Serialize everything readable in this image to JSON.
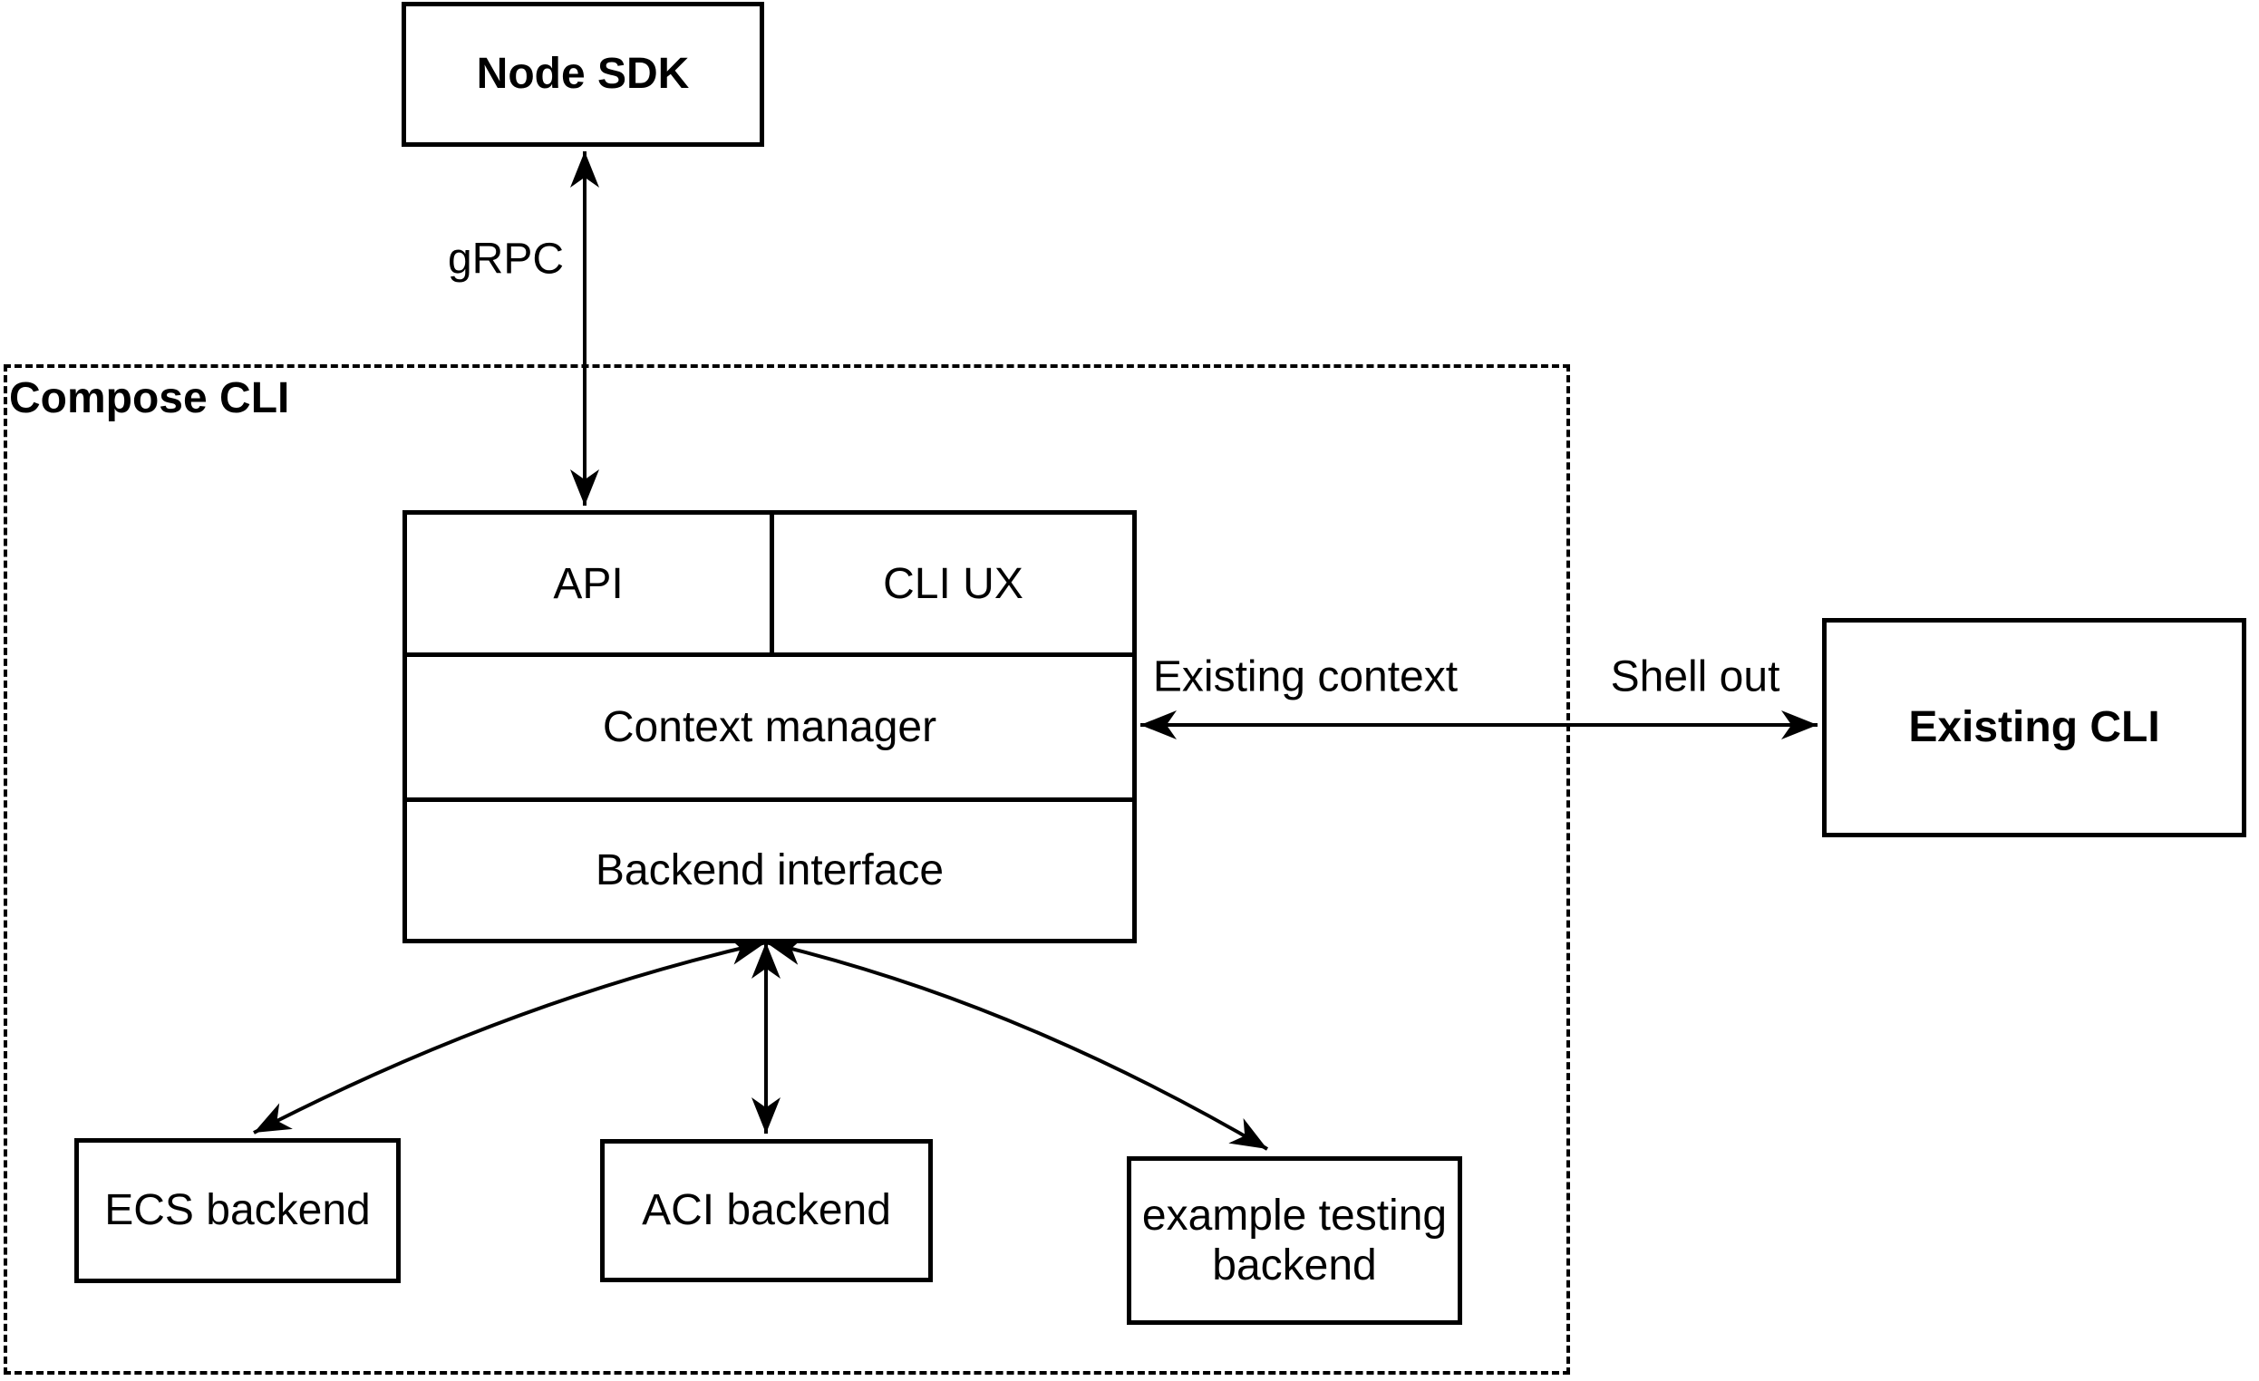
{
  "nodes": {
    "node_sdk": {
      "label": "Node SDK"
    },
    "compose_cli": {
      "label": "Compose CLI"
    },
    "api": {
      "label": "API"
    },
    "cli_ux": {
      "label": "CLI UX"
    },
    "context_manager": {
      "label": "Context manager"
    },
    "backend_interface": {
      "label": "Backend interface"
    },
    "existing_cli": {
      "label": "Existing CLI"
    },
    "ecs_backend": {
      "label": "ECS backend"
    },
    "aci_backend": {
      "label": "ACI backend"
    },
    "example_testing_backend": {
      "label": "example testing backend"
    }
  },
  "edge_labels": {
    "grpc": "gRPC",
    "existing_context": "Existing context",
    "shell_out": "Shell out"
  },
  "colors": {
    "background": "#ffffff",
    "stroke": "#000000",
    "text": "#000000"
  }
}
